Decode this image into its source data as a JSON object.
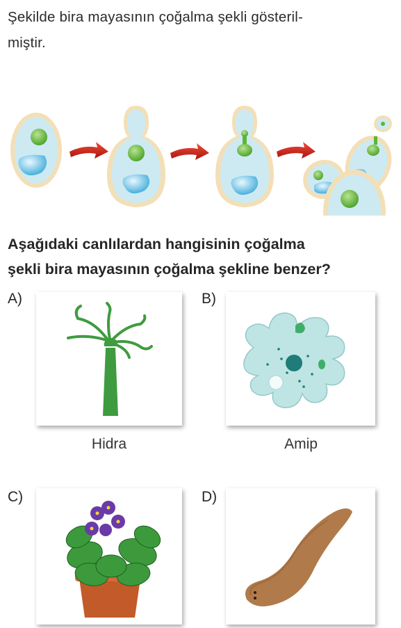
{
  "intro": {
    "line1": "Şekilde bira mayasının çoğalma şekli gösteril-",
    "line2": "miştir."
  },
  "question": {
    "line1": "Aşağıdaki canlılardan hangisinin çoğalma",
    "line2": "şekli bira mayasının çoğalma şekline benzer?"
  },
  "options": [
    {
      "letter": "A)",
      "caption": "Hidra",
      "image": "hydra"
    },
    {
      "letter": "B)",
      "caption": "Amip",
      "image": "amoeba"
    },
    {
      "letter": "C)",
      "caption": "",
      "image": "potted-violet-plant"
    },
    {
      "letter": "D)",
      "caption": "",
      "image": "planarian-flatworm"
    }
  ],
  "colors": {
    "cell_wall": "#f3dfb7",
    "cytoplasm": "#cdeaf2",
    "nucleus": "#5db53a",
    "vacuole": "#5bbbe0",
    "arrow": "#d52b1e",
    "hydra": "#3f9b3f",
    "amoeba": "#bfe4e4",
    "planarian": "#b07a4a"
  }
}
